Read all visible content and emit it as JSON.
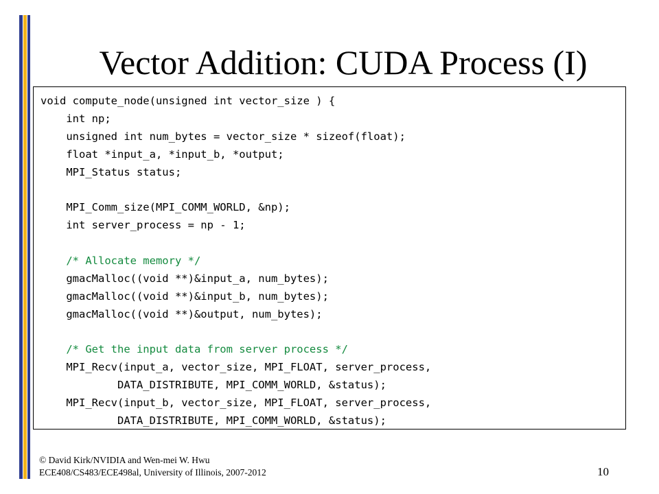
{
  "slide": {
    "title": "Vector Addition: CUDA Process (I)",
    "code_lines": [
      {
        "text": "void compute_node(unsigned int vector_size ) {",
        "type": "code"
      },
      {
        "text": "    int np;",
        "type": "code"
      },
      {
        "text": "    unsigned int num_bytes = vector_size * sizeof(float);",
        "type": "code"
      },
      {
        "text": "    float *input_a, *input_b, *output;",
        "type": "code"
      },
      {
        "text": "    MPI_Status status;",
        "type": "code"
      },
      {
        "text": "",
        "type": "code"
      },
      {
        "text": "    MPI_Comm_size(MPI_COMM_WORLD, &np);",
        "type": "code"
      },
      {
        "text": "    int server_process = np - 1;",
        "type": "code"
      },
      {
        "text": "",
        "type": "code"
      },
      {
        "text": "    /* Allocate memory */",
        "type": "comment"
      },
      {
        "text": "    gmacMalloc((void **)&input_a, num_bytes);",
        "type": "code"
      },
      {
        "text": "    gmacMalloc((void **)&input_b, num_bytes);",
        "type": "code"
      },
      {
        "text": "    gmacMalloc((void **)&output, num_bytes);",
        "type": "code"
      },
      {
        "text": "",
        "type": "code"
      },
      {
        "text": "    /* Get the input data from server process */",
        "type": "comment"
      },
      {
        "text": "    MPI_Recv(input_a, vector_size, MPI_FLOAT, server_process,",
        "type": "code"
      },
      {
        "text": "            DATA_DISTRIBUTE, MPI_COMM_WORLD, &status);",
        "type": "code"
      },
      {
        "text": "    MPI_Recv(input_b, vector_size, MPI_FLOAT, server_process,",
        "type": "code"
      },
      {
        "text": "            DATA_DISTRIBUTE, MPI_COMM_WORLD, &status);",
        "type": "code"
      }
    ],
    "footer": {
      "line1": "© David Kirk/NVIDIA and Wen-mei W. Hwu",
      "line2": "ECE408/CS483/ECE498al, University of Illinois, 2007-2012"
    },
    "page_number": "10"
  },
  "colors": {
    "stripe_blue": "#2b3a8f",
    "stripe_gold": "#f2b21b",
    "comment_green": "#138a3e"
  }
}
